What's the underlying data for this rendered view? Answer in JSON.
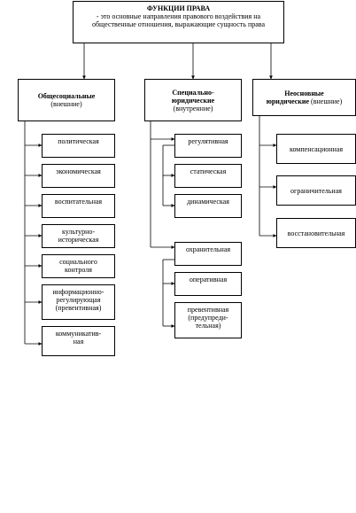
{
  "header": {
    "title": "ФУНКЦИИ ПРАВА",
    "line1": "- это основные направления правового воздействия на",
    "line2": "общественные отношения, выражающие сущность права"
  },
  "columns": [
    {
      "title_lines": [
        "Общесоциальные"
      ],
      "subtitle": "(внешние)",
      "items": [
        [
          "политическая"
        ],
        [
          "экономическая"
        ],
        [
          "воспитательная"
        ],
        [
          "культурно-",
          "историческая"
        ],
        [
          "социального",
          "контроля"
        ],
        [
          "информационно-",
          "регулирующая",
          "(превентивная)"
        ],
        [
          "коммуникатив-",
          "ная"
        ]
      ]
    },
    {
      "title_lines": [
        "Специально-",
        "юридические"
      ],
      "subtitle": "(внутренние)",
      "groups": [
        {
          "head": "регулятивная",
          "items": [
            "статическая",
            "динамическая"
          ]
        },
        {
          "head": "охранительная",
          "items": [
            [
              "оперативная"
            ],
            [
              "превентивная",
              "(предупреди-",
              "тельная)"
            ]
          ]
        }
      ]
    },
    {
      "title_bold": "Неосновные",
      "title_bold2": "юридические",
      "subtitle": " (внешние)",
      "items": [
        "компенсационная",
        "ограничительная",
        "восстановительная"
      ]
    }
  ]
}
